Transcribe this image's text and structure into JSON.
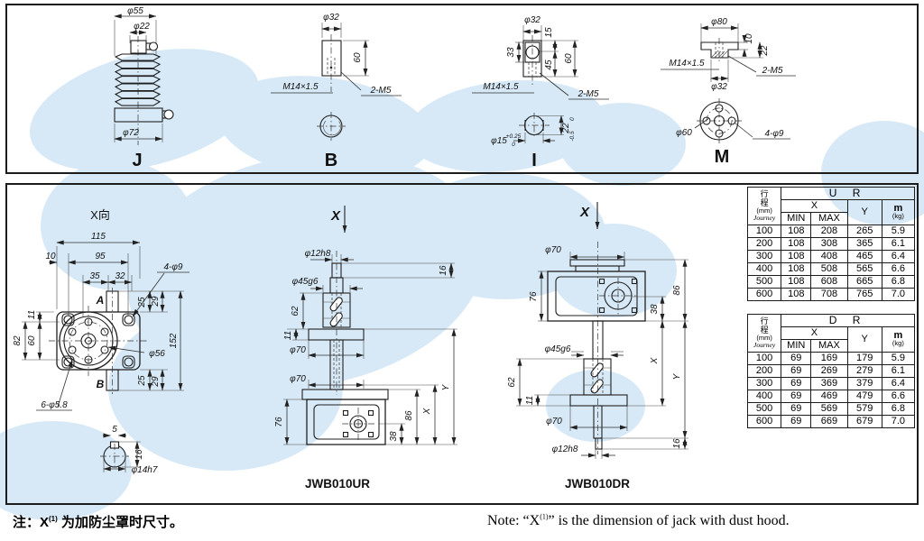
{
  "meta": {
    "watermark_color": "#d7e9f6",
    "line_color": "#1f1f1f"
  },
  "top_views": {
    "j": {
      "label": "J",
      "d55": "φ55",
      "d22": "φ22",
      "d72": "φ72"
    },
    "b": {
      "label": "B",
      "d32": "φ32",
      "h60": "60",
      "thread": "M14×1.5",
      "m5": "2-M5"
    },
    "i": {
      "label": "I",
      "d32": "φ32",
      "h15": "15",
      "h33": "33",
      "h45": "45",
      "h60": "60",
      "thread": "M14×1.5",
      "m5": "2-M5",
      "d15": "φ15",
      "d15_sup": "+0.25",
      "d15_sub": "0",
      "h22": "22",
      "h22_sup": "0",
      "h22_sub": "-0.5"
    },
    "m": {
      "label": "M",
      "d80": "φ80",
      "h10": "10",
      "h22": "22",
      "thread": "M14×1.5",
      "m5": "2-M5",
      "d32": "φ32",
      "d60": "φ60",
      "holes": "4-φ9"
    }
  },
  "x_view": {
    "title": "X向",
    "w115": "115",
    "w10": "10",
    "w95": "95",
    "w35": "35",
    "w32": "32",
    "holes4": "4-φ9",
    "h11": "11",
    "h82": "82",
    "h60": "60",
    "t25": "25",
    "t29": "29",
    "h152": "152",
    "d56": "φ56",
    "b25": "25",
    "b29": "29",
    "a": "A",
    "b": "B",
    "holes6": "6-φ5.8",
    "k5": "5",
    "k16": "16",
    "d14": "φ14h7"
  },
  "ur_view": {
    "label": "JWB010UR",
    "x_mark": "X",
    "d12": "φ12h8",
    "h16": "16",
    "d45": "φ45g6",
    "h62": "62",
    "h11": "11",
    "d70_top": "φ70",
    "d70_bot": "φ70",
    "h76": "76",
    "h86": "86",
    "h38": "38",
    "dim_x": "X",
    "dim_y": "Y"
  },
  "dr_view": {
    "label": "JWB010DR",
    "x_mark": "X",
    "d70_top": "φ70",
    "h76": "76",
    "h86": "86",
    "h38": "38",
    "d45": "φ45g6",
    "h62": "62",
    "h11": "11",
    "d70_bot": "φ70",
    "d12": "φ12h8",
    "h16": "16",
    "dim_x": "X",
    "dim_y": "Y"
  },
  "tables": {
    "ur": {
      "title": "U R",
      "journey_lines": [
        "行",
        "程",
        "(mm)",
        "Journey"
      ],
      "col_x": "X",
      "col_min": "MIN",
      "col_max": "MAX",
      "col_y": "Y",
      "col_m": "m",
      "col_m_unit": "(kg)",
      "rows": [
        [
          "100",
          "108",
          "208",
          "265",
          "5.9"
        ],
        [
          "200",
          "108",
          "308",
          "365",
          "6.1"
        ],
        [
          "300",
          "108",
          "408",
          "465",
          "6.4"
        ],
        [
          "400",
          "108",
          "508",
          "565",
          "6.6"
        ],
        [
          "500",
          "108",
          "608",
          "665",
          "6.8"
        ],
        [
          "600",
          "108",
          "708",
          "765",
          "7.0"
        ]
      ]
    },
    "dr": {
      "title": "D R",
      "journey_lines": [
        "行",
        "程",
        "(mm)",
        "Journey"
      ],
      "col_x": "X",
      "col_min": "MIN",
      "col_max": "MAX",
      "col_y": "Y",
      "col_m": "m",
      "col_m_unit": "(kg)",
      "rows": [
        [
          "100",
          "69",
          "169",
          "179",
          "5.9"
        ],
        [
          "200",
          "69",
          "269",
          "279",
          "6.1"
        ],
        [
          "300",
          "69",
          "369",
          "379",
          "6.4"
        ],
        [
          "400",
          "69",
          "469",
          "479",
          "6.6"
        ],
        [
          "500",
          "69",
          "569",
          "579",
          "6.8"
        ],
        [
          "600",
          "69",
          "669",
          "679",
          "7.0"
        ]
      ]
    }
  },
  "notes": {
    "cn_prefix": "注：X",
    "cn_sup": "(1)",
    "cn_rest": " 为加防尘罩时尺寸。",
    "en_prefix": "Note: “X",
    "en_sup": "(1)",
    "en_rest": "” is the dimension of jack with dust hood."
  }
}
